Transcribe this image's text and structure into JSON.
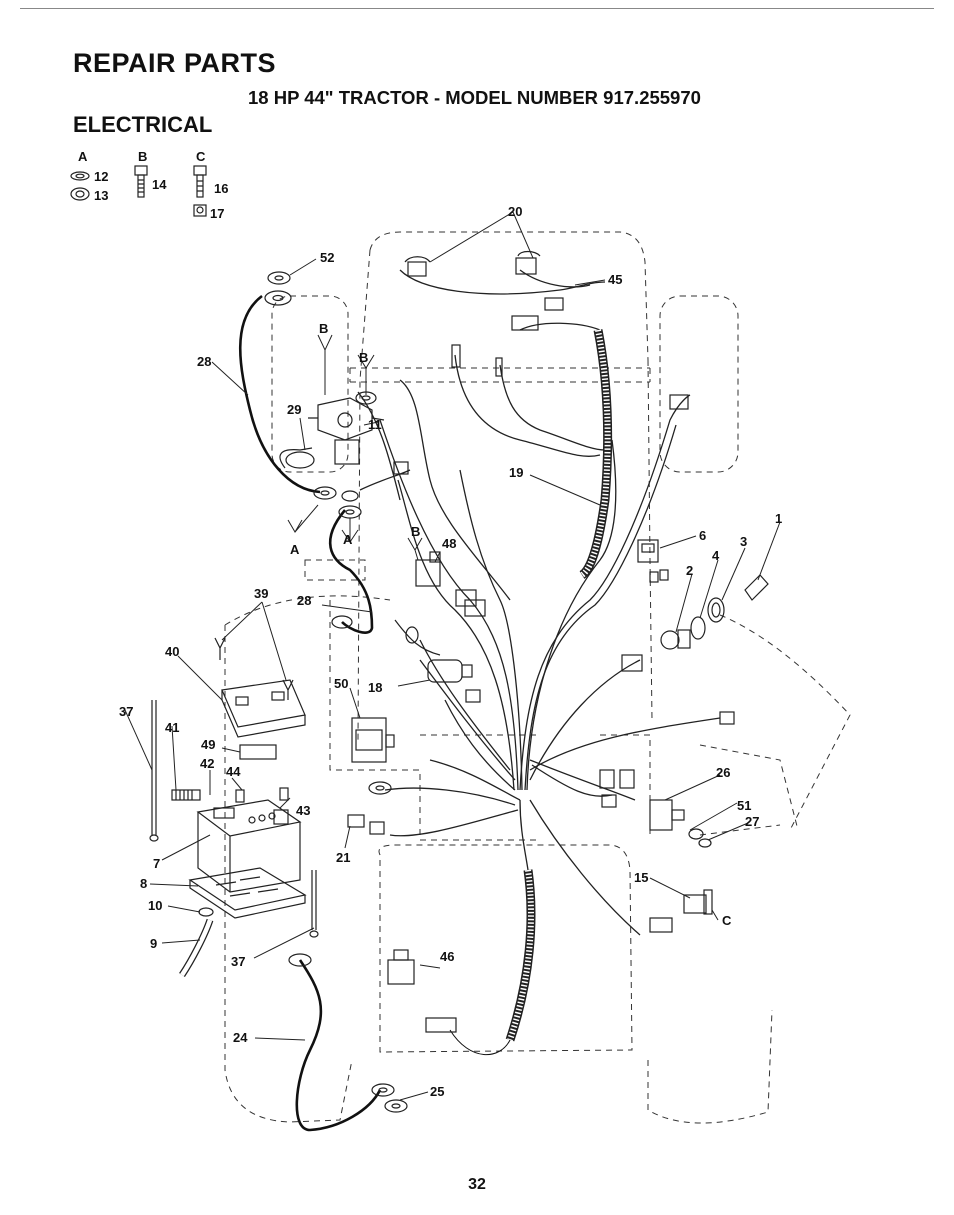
{
  "header": {
    "title": "REPAIR PARTS",
    "subtitle": "18 HP 44\" TRACTOR - MODEL NUMBER 917.255970",
    "section": "ELECTRICAL"
  },
  "legend": {
    "keys": [
      "A",
      "B",
      "C"
    ],
    "items": [
      "12",
      "13",
      "14",
      "16",
      "17"
    ]
  },
  "callouts": {
    "c1": "1",
    "c2": "2",
    "c3": "3",
    "c4": "4",
    "c6": "6",
    "c7": "7",
    "c8": "8",
    "c9": "9",
    "c10": "10",
    "c11": "11",
    "c15": "15",
    "c18": "18",
    "c19": "19",
    "c20": "20",
    "c21": "21",
    "c24": "24",
    "c25": "25",
    "c26": "26",
    "c27": "27",
    "c28a": "28",
    "c28b": "28",
    "c29": "29",
    "c37a": "37",
    "c37b": "37",
    "c39": "39",
    "c40": "40",
    "c41": "41",
    "c42": "42",
    "c43": "43",
    "c44": "44",
    "c45": "45",
    "c46": "46",
    "c48": "48",
    "c49": "49",
    "c50": "50",
    "c51": "51",
    "c52": "52",
    "kA1": "A",
    "kA2": "A",
    "kB1": "B",
    "kB2": "B",
    "kB3": "B",
    "kC": "C"
  },
  "footer": {
    "page_number": "32"
  }
}
